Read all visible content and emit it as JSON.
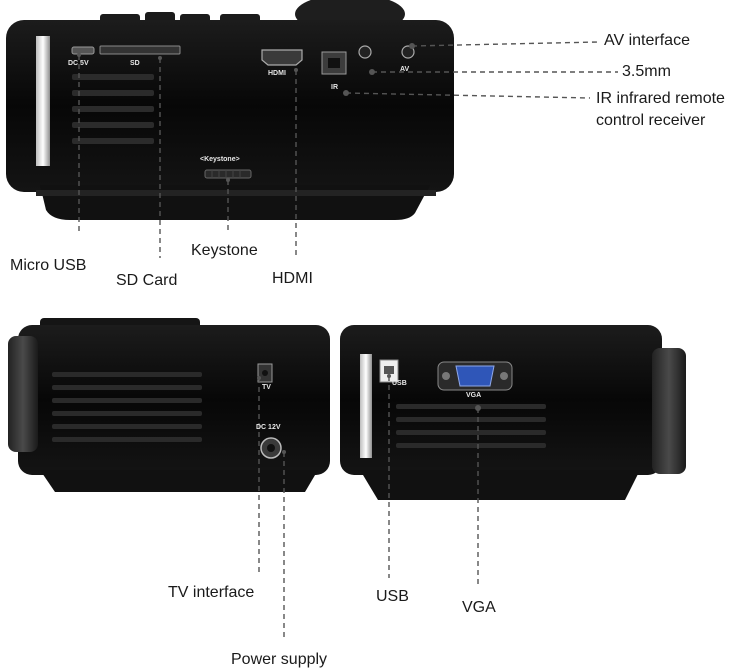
{
  "top_view": {
    "port_labels": {
      "dc": "DC 5V",
      "sd": "SD",
      "hdmi": "HDMI",
      "av": "AV",
      "ir": "IR",
      "keystone": "<Keystone>"
    },
    "callouts": {
      "av_interface": "AV interface",
      "audio": "3.5mm",
      "ir_line1": "IR infrared remote",
      "ir_line2": "control receiver",
      "micro_usb": "Micro USB",
      "sd_card": "SD Card",
      "keystone": "Keystone",
      "hdmi": "HDMI"
    }
  },
  "bottom_left_view": {
    "port_labels": {
      "tv": "TV",
      "dc": "DC 12V"
    },
    "callouts": {
      "tv_interface": "TV interface",
      "power_supply": "Power supply"
    }
  },
  "bottom_right_view": {
    "port_labels": {
      "usb": "USB",
      "vga": "VGA"
    },
    "callouts": {
      "usb": "USB",
      "vga": "VGA"
    }
  },
  "colors": {
    "body": "#0c0c0c",
    "leader_line": "#555555",
    "vga_port": "#2f56b8"
  }
}
